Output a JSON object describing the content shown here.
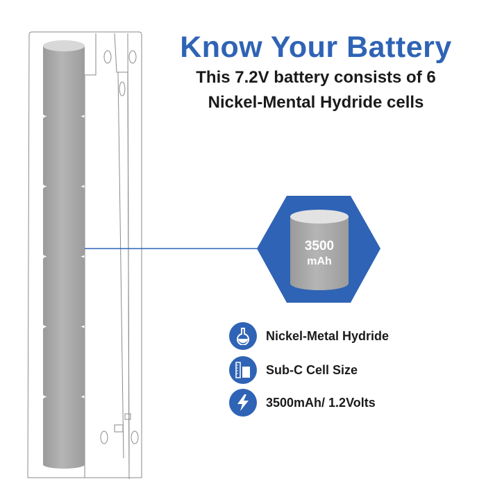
{
  "header": {
    "title": "Know Your Battery",
    "subtitle_line1": "This 7.2V battery consists of 6",
    "subtitle_line2": "Nickel-Mental Hydride cells"
  },
  "cell_badge": {
    "capacity": "3500",
    "unit": "mAh"
  },
  "features": [
    {
      "icon": "flask-icon",
      "label": "Nickel-Metal Hydride"
    },
    {
      "icon": "cell-size-icon",
      "label": "Sub-C Cell Size"
    },
    {
      "icon": "lightning-icon",
      "label": "3500mAh/ 1.2Volts"
    }
  ],
  "battery": {
    "cell_count": 6
  },
  "colors": {
    "accent": "#2f63b5",
    "cell": "#a9a9a9",
    "text": "#1a1a1a"
  }
}
